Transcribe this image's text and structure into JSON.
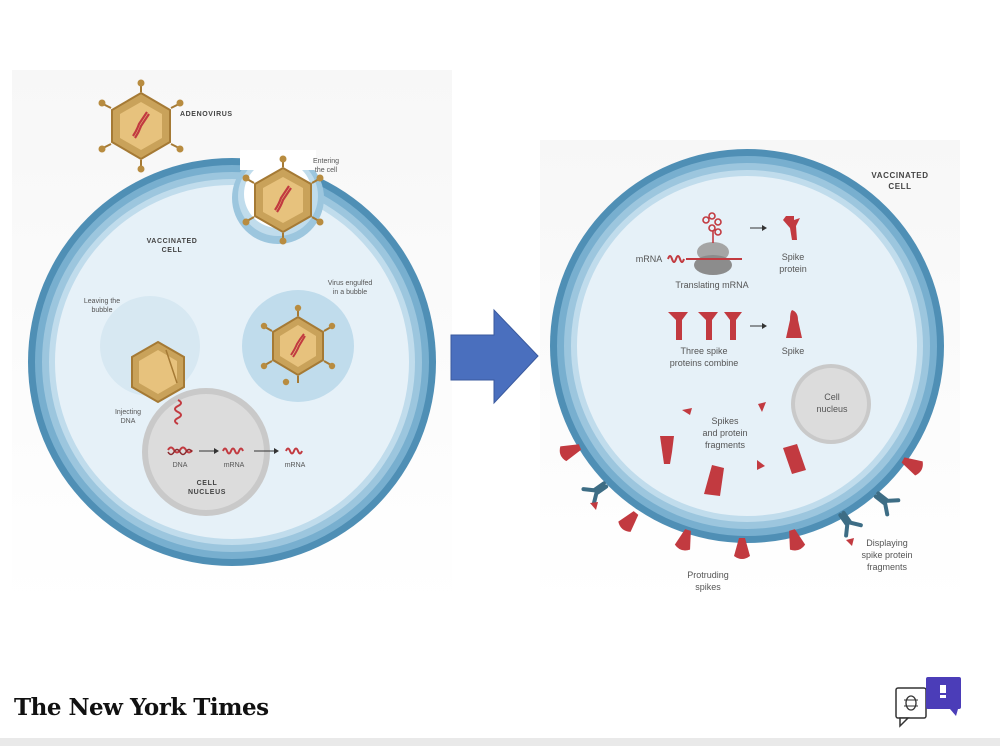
{
  "left_panel": {
    "adenovirus": "ADENOVIRUS",
    "entering_cell": [
      "Entering",
      "the cell"
    ],
    "vaccinated_cell": [
      "VACCINATED",
      "CELL"
    ],
    "virus_engulfed": [
      "Virus engulfed",
      "in a bubble"
    ],
    "leaving_bubble": [
      "Leaving the",
      "bubble"
    ],
    "injecting_dna": [
      "Injecting",
      "DNA"
    ],
    "dna": "DNA",
    "mrna_inside": "mRNA",
    "mrna_outside": "mRNA",
    "cell_nucleus": [
      "CELL",
      "NUCLEUS"
    ]
  },
  "right_panel": {
    "vaccinated_cell": [
      "VACCINATED",
      "CELL"
    ],
    "mrna": "mRNA",
    "translating_mrna": "Translating mRNA",
    "spike_protein": [
      "Spike",
      "protein"
    ],
    "three_spike": [
      "Three spike",
      "proteins combine"
    ],
    "spike": "Spike",
    "cell_nucleus": [
      "Cell",
      "nucleus"
    ],
    "spikes_fragments": [
      "Spikes",
      "and protein",
      "fragments"
    ],
    "protruding_spikes": [
      "Protruding",
      "spikes"
    ],
    "displaying_fragments": [
      "Displaying",
      "spike protein",
      "fragments"
    ]
  },
  "footer": {
    "logo": "The New York Times"
  },
  "colors": {
    "membrane": "#6aa3c4",
    "cytoplasm": "#e6f1f8",
    "virus": "#c9a25a",
    "spike": "#c23a40",
    "nucleus": "#d5d5d5",
    "arrow": "#4a6fbe",
    "icon": "#4b3db8"
  },
  "icons": [
    "arrow-right",
    "debug-chat-icon"
  ]
}
